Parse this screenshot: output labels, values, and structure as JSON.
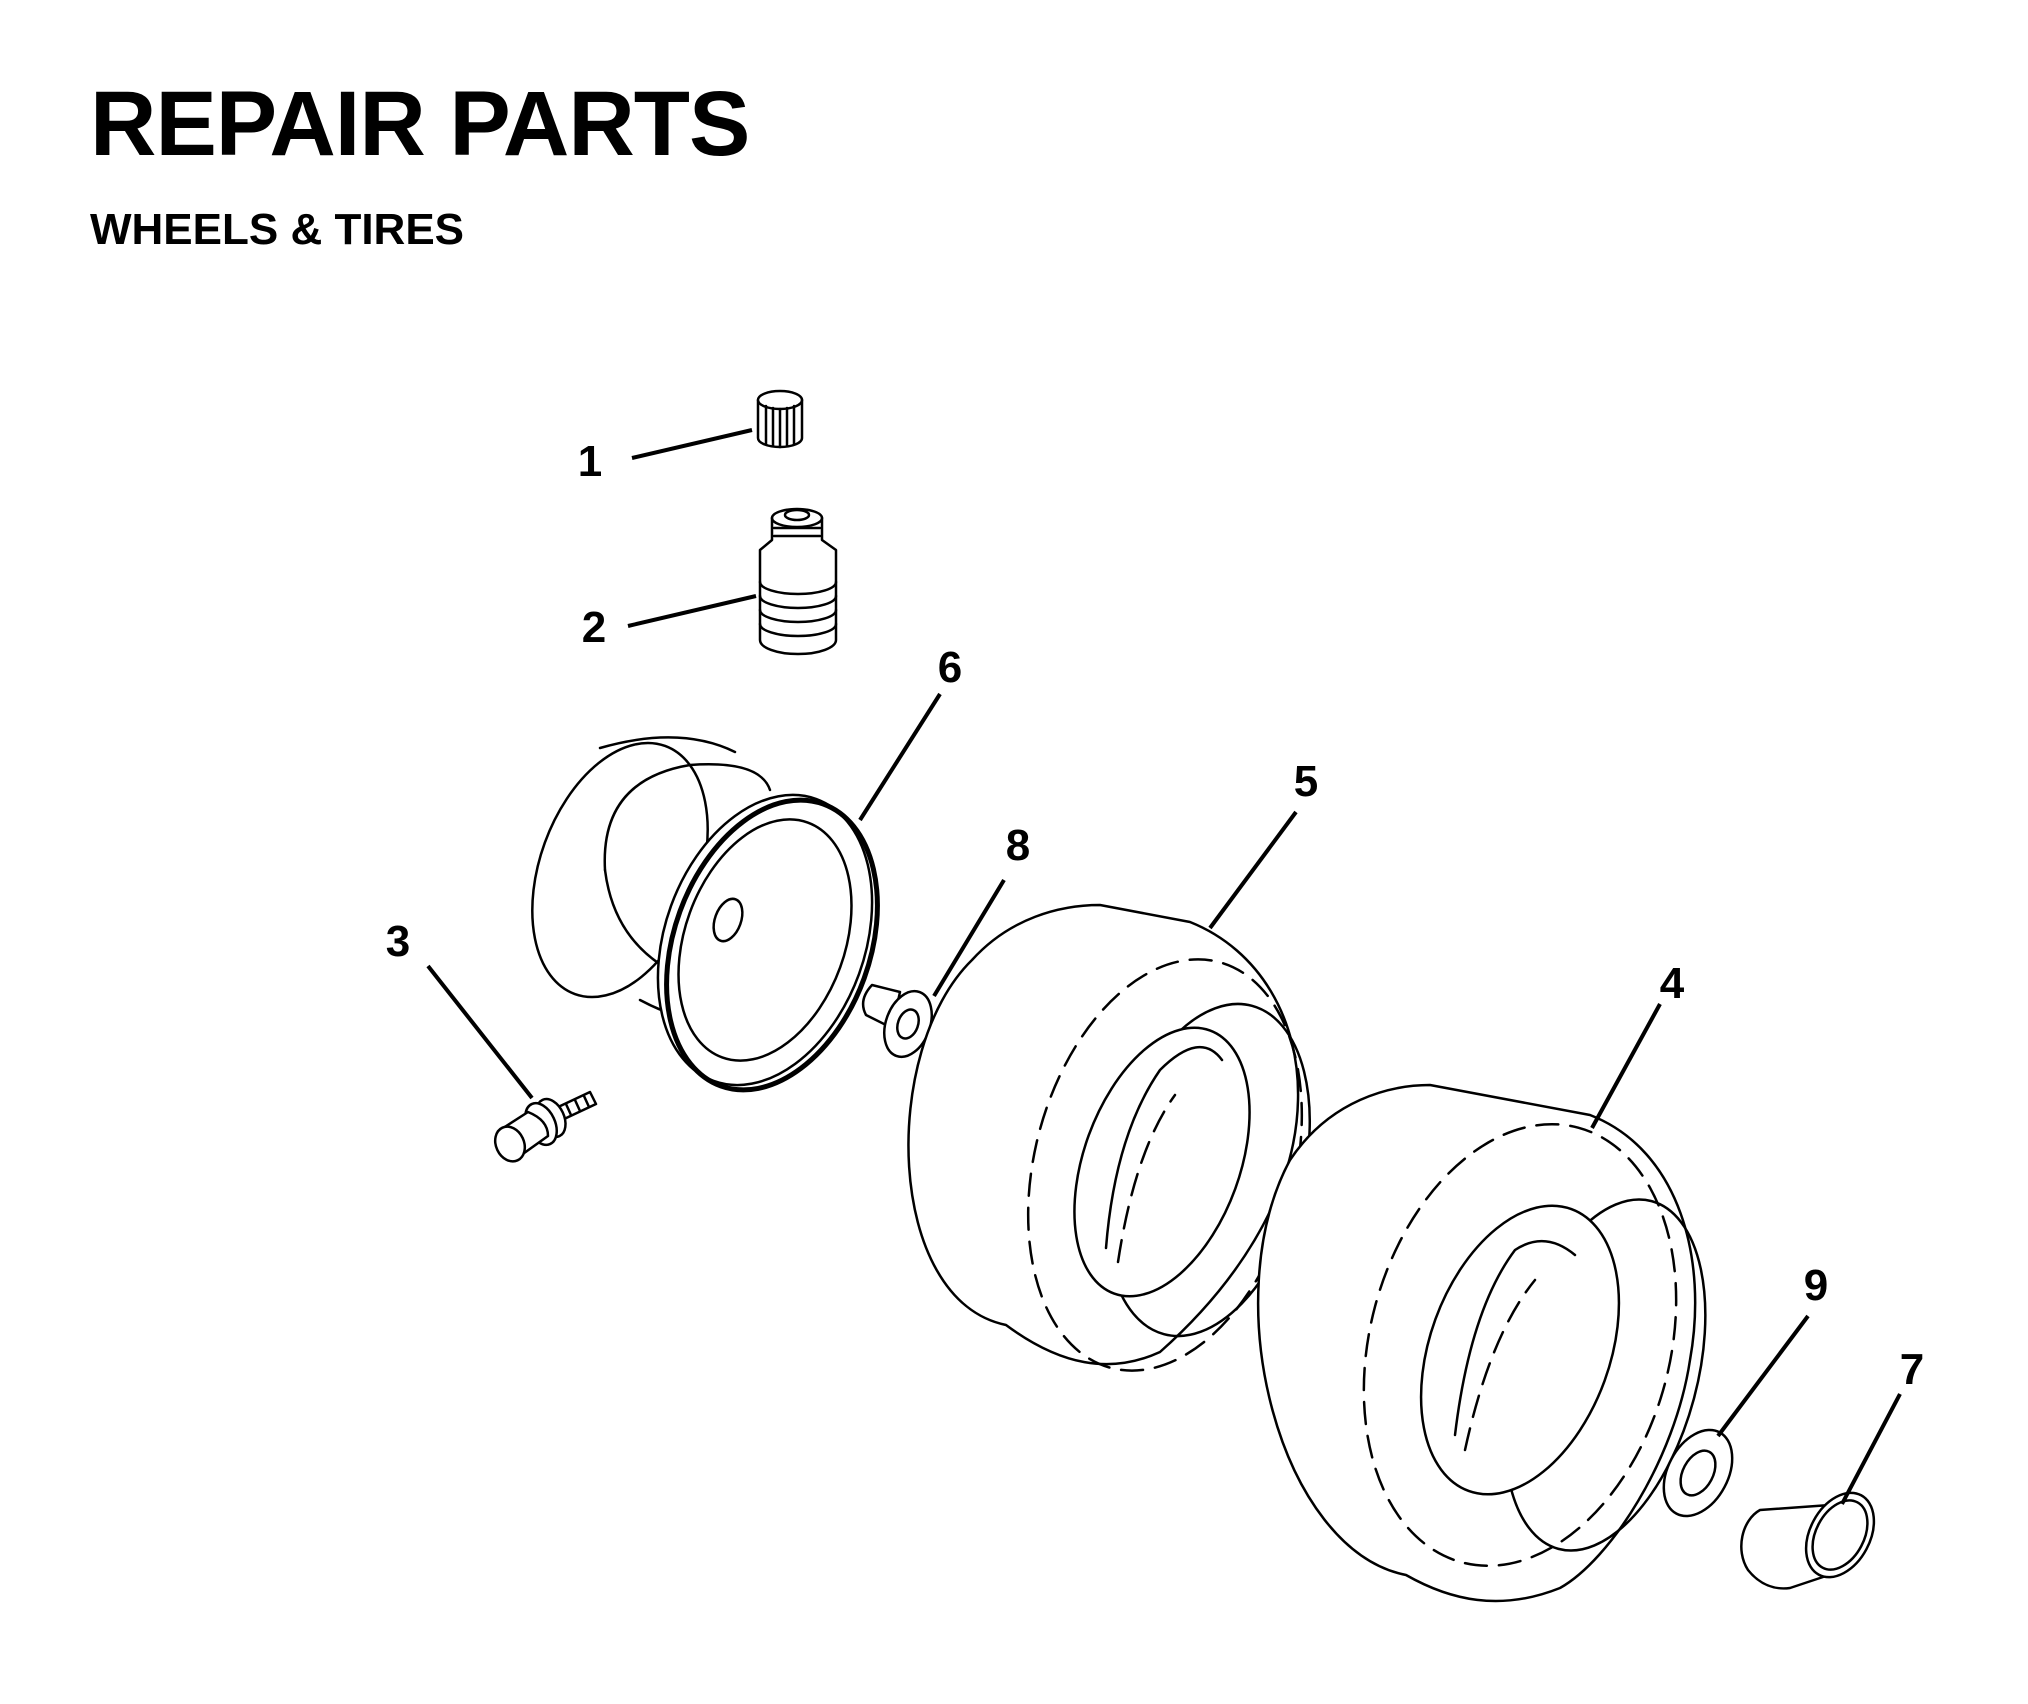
{
  "header": {
    "title": "REPAIR PARTS",
    "subtitle": "WHEELS & TIRES"
  },
  "callouts": {
    "c1": "1",
    "c2": "2",
    "c3": "3",
    "c4": "4",
    "c5": "5",
    "c6": "6",
    "c7": "7",
    "c8": "8",
    "c9": "9"
  }
}
